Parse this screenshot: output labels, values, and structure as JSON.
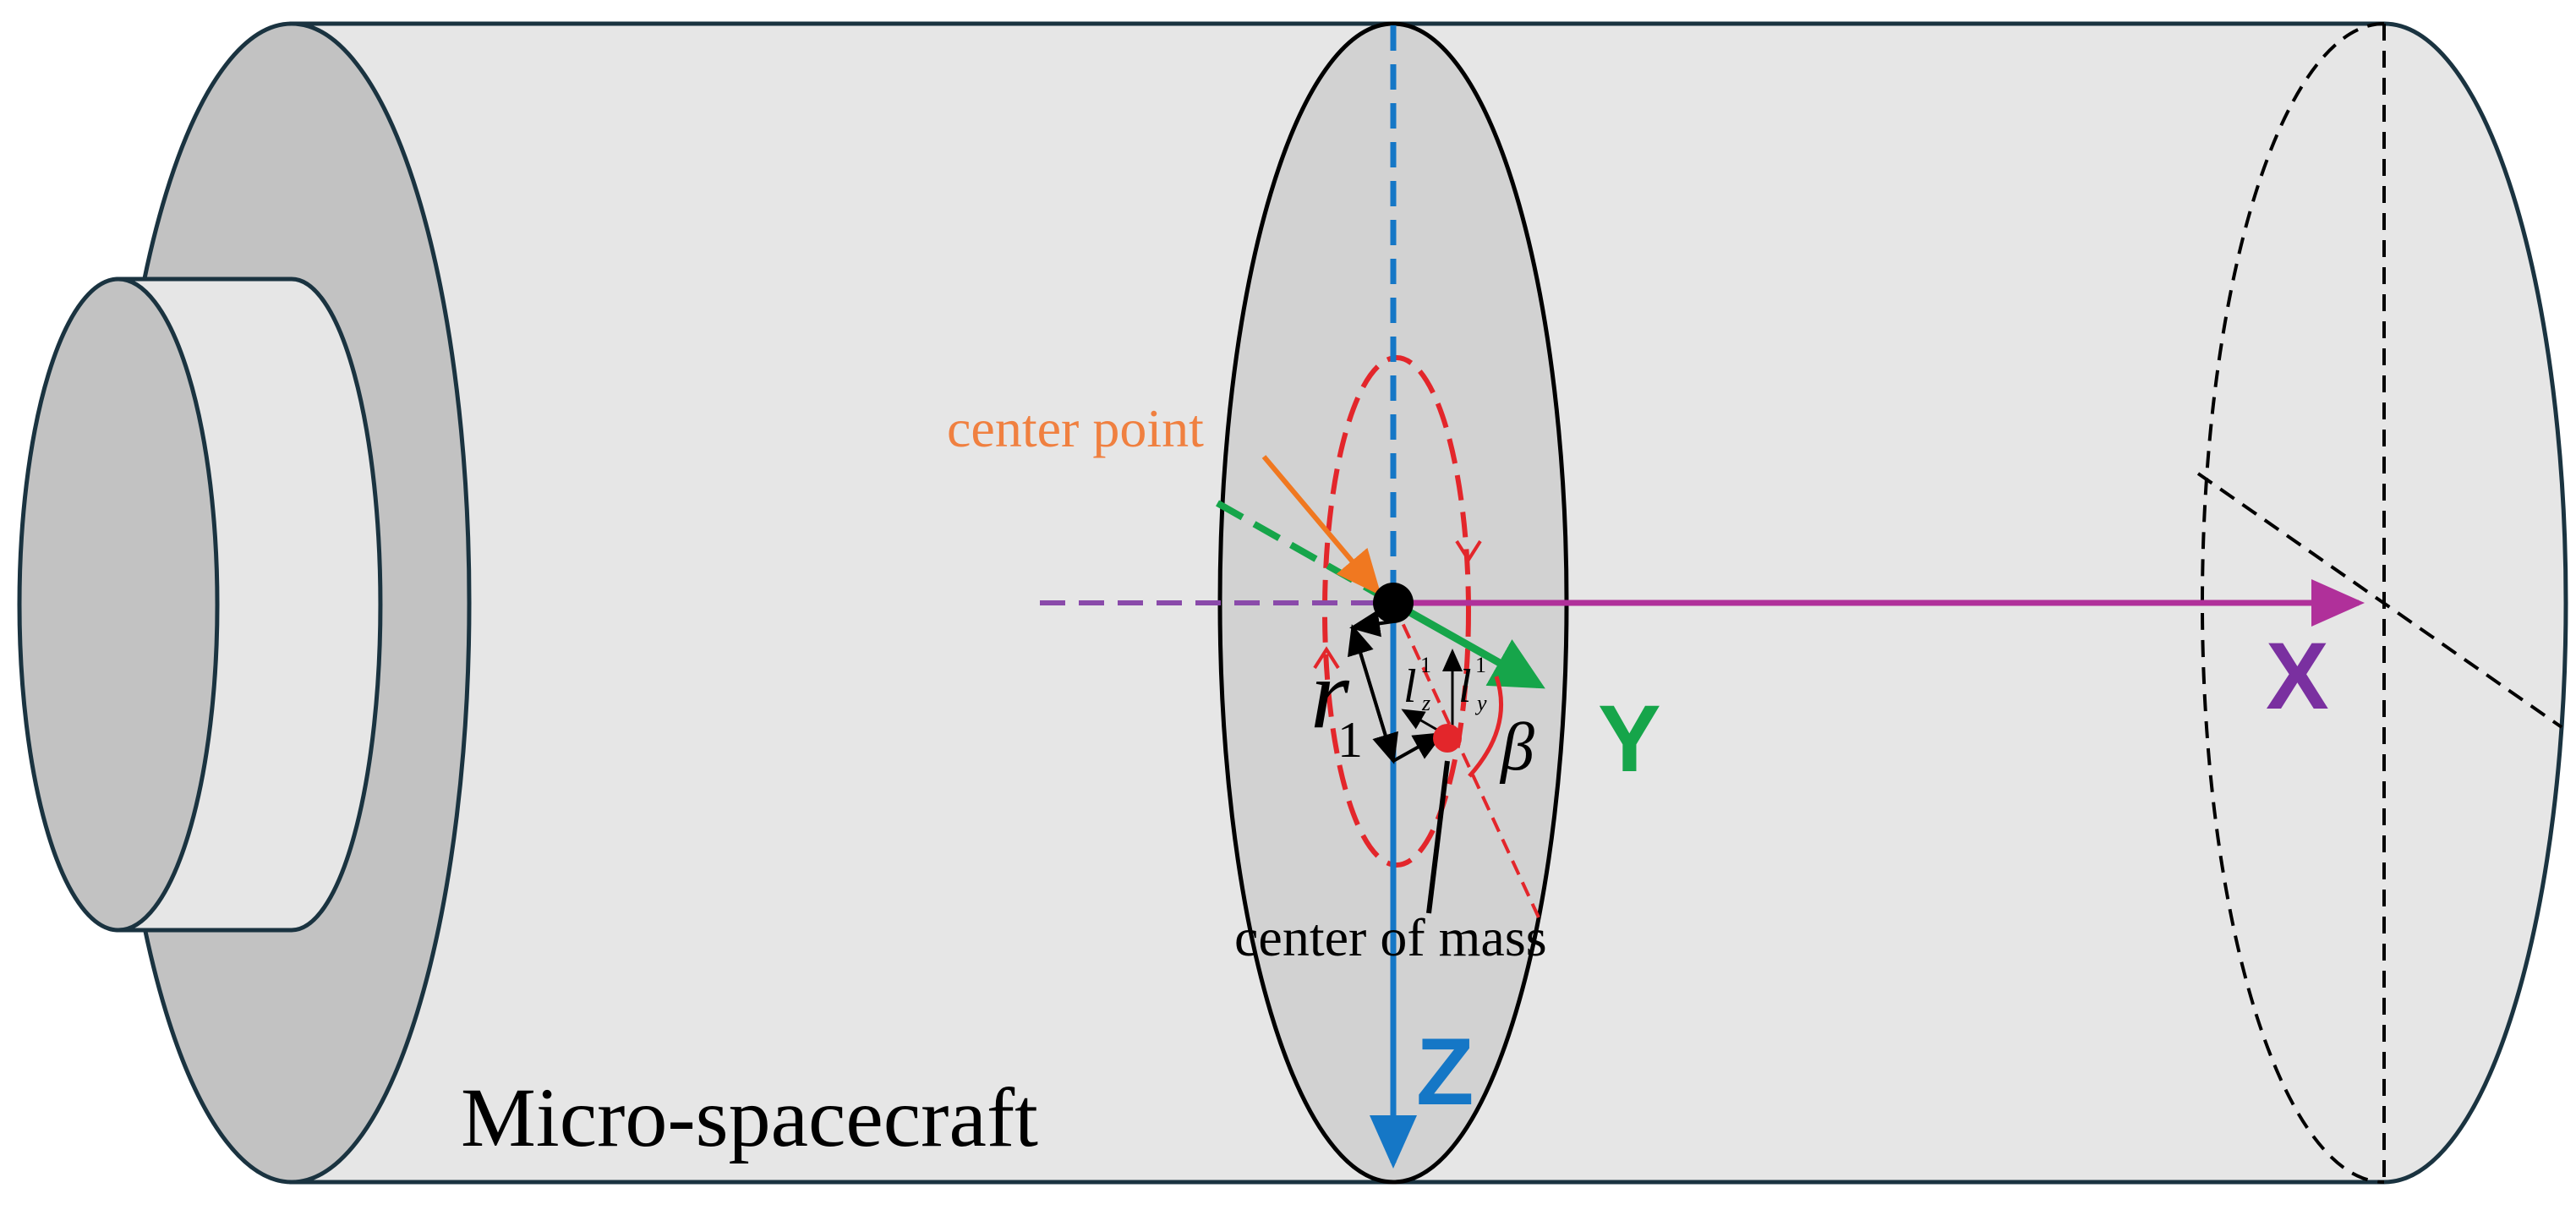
{
  "labels": {
    "center_point": "center point",
    "center_of_mass": "center of mass",
    "spacecraft": "Micro-spacecraft",
    "axis_x": "X",
    "axis_y": "Y",
    "axis_z": "Z",
    "r_symbol": "r",
    "r_subscript": "1",
    "lz_symbol": "l",
    "lz_sup": "1",
    "lz_sub": "z",
    "ly_symbol": "l",
    "ly_sup": "1",
    "ly_sub": "y",
    "beta": "β"
  },
  "colors": {
    "x_axis": "#b0309a",
    "x_label": "#7a30a0",
    "x_dashed": "#8a4aaa",
    "y_axis": "#16a54a",
    "z_axis": "#1577c6",
    "center_point_text": "#f08040",
    "center_point_arrow": "#f07820",
    "red": "#e3262b",
    "body_light": "#e6e6e6",
    "body_mid": "#d2d2d2",
    "body_dark": "#c2c2c2",
    "outline": "#1a3340"
  }
}
